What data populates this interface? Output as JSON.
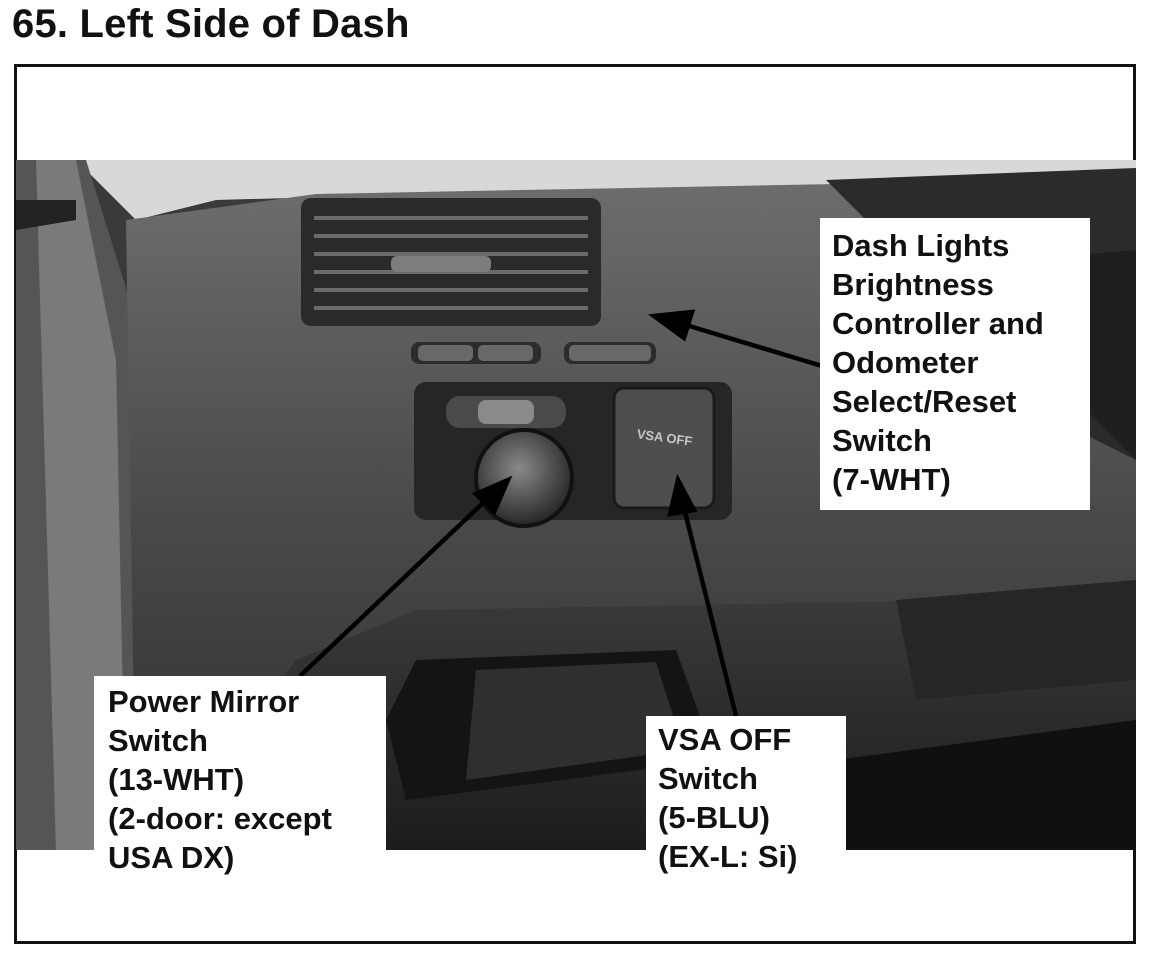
{
  "page": {
    "title": "65. Left Side of Dash"
  },
  "figure": {
    "photo_label": "VSA OFF",
    "callouts": [
      {
        "id": "dash",
        "text": "Dash Lights\nBrightness\nController and\nOdometer\nSelect/Reset\nSwitch\n(7-WHT)"
      },
      {
        "id": "mirror",
        "text": "Power Mirror\nSwitch\n(13-WHT)\n(2-door: except\nUSA DX)"
      },
      {
        "id": "vsa",
        "text": "VSA OFF\nSwitch\n(5-BLU)\n(EX-L: Si)"
      }
    ]
  }
}
